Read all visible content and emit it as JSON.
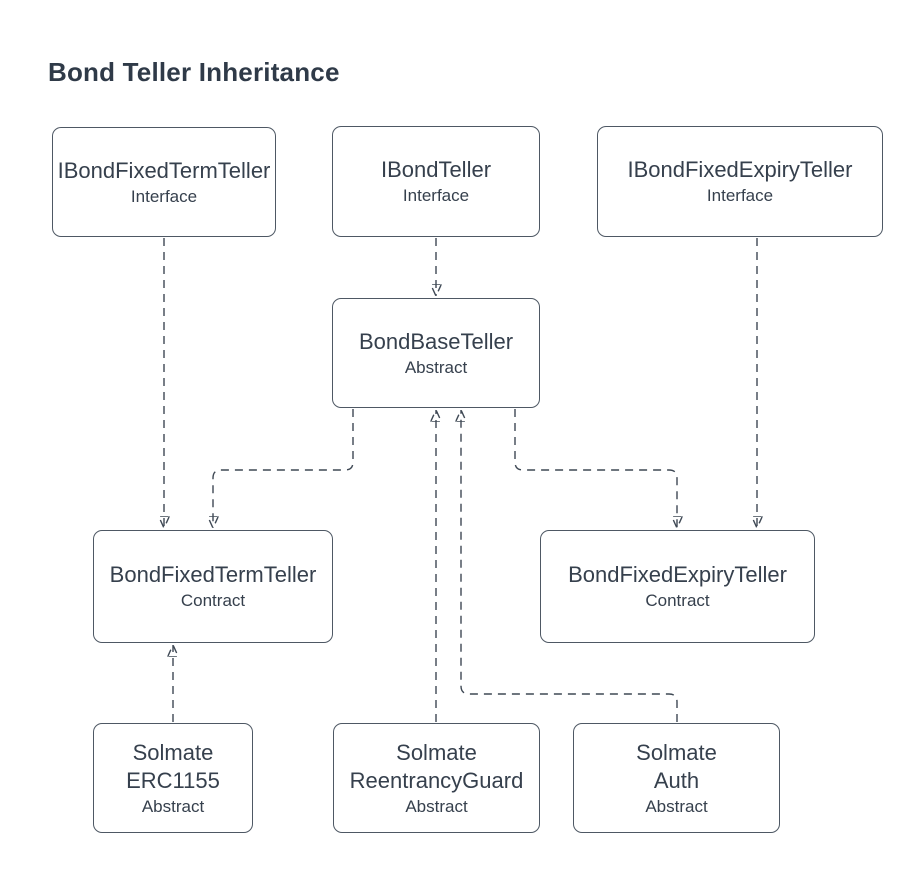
{
  "title": "Bond Teller Inheritance",
  "colors": {
    "background": "#ffffff",
    "node_fill": "#ffffff",
    "node_border": "#4e5864",
    "text": "#36404d",
    "title_text": "#2f3a48",
    "edge_stroke": "#3e4854",
    "arrowhead_fill": "#353e4b"
  },
  "nodes": [
    {
      "id": "ibond-fixed-term-teller",
      "label": "IBondFixedTermTeller",
      "stereotype": "Interface"
    },
    {
      "id": "ibond-teller",
      "label": "IBondTeller",
      "stereotype": "Interface"
    },
    {
      "id": "ibond-fixed-expiry-teller",
      "label": "IBondFixedExpiryTeller",
      "stereotype": "Interface"
    },
    {
      "id": "bond-base-teller",
      "label": "BondBaseTeller",
      "stereotype": "Abstract"
    },
    {
      "id": "bond-fixed-term-teller",
      "label": "BondFixedTermTeller",
      "stereotype": "Contract"
    },
    {
      "id": "bond-fixed-expiry-teller",
      "label": "BondFixedExpiryTeller",
      "stereotype": "Contract"
    },
    {
      "id": "solmate-erc1155",
      "label": "Solmate\nERC1155",
      "stereotype": "Abstract"
    },
    {
      "id": "solmate-reentrancy-guard",
      "label": "Solmate\nReentrancyGuard",
      "stereotype": "Abstract"
    },
    {
      "id": "solmate-auth",
      "label": "Solmate\nAuth",
      "stereotype": "Abstract"
    }
  ],
  "edges": [
    {
      "from": "IBondFixedTermTeller",
      "to": "BondFixedTermTeller",
      "style": "dashed",
      "arrow": "down"
    },
    {
      "from": "IBondTeller",
      "to": "BondBaseTeller",
      "style": "dashed",
      "arrow": "down"
    },
    {
      "from": "IBondFixedExpiryTeller",
      "to": "BondFixedExpiryTeller",
      "style": "dashed",
      "arrow": "down"
    },
    {
      "from": "BondBaseTeller",
      "to": "BondFixedTermTeller",
      "style": "dashed",
      "arrow": "down-elbow-left"
    },
    {
      "from": "BondBaseTeller",
      "to": "BondFixedExpiryTeller",
      "style": "dashed",
      "arrow": "down-elbow-right"
    },
    {
      "from": "Solmate ERC1155",
      "to": "BondFixedTermTeller",
      "style": "dashed",
      "arrow": "up"
    },
    {
      "from": "Solmate ReentrancyGuard",
      "to": "BondBaseTeller",
      "style": "dashed",
      "arrow": "up"
    },
    {
      "from": "Solmate Auth",
      "to": "BondBaseTeller",
      "style": "dashed",
      "arrow": "up-elbow-left"
    }
  ]
}
